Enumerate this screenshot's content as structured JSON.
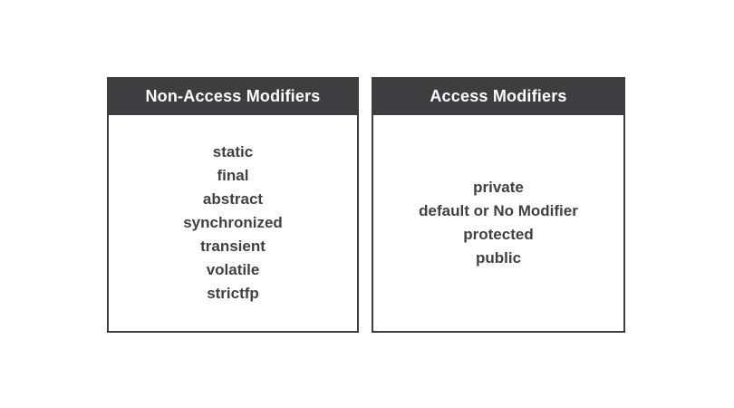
{
  "colors": {
    "header_bg": "#3e3d40",
    "border": "#3e3d40",
    "body_text": "#414042",
    "header_text": "#ffffff",
    "page_bg": "#ffffff"
  },
  "boxes": [
    {
      "title": "Non-Access Modifiers",
      "items": [
        "static",
        "final",
        "abstract",
        "synchronized",
        "transient",
        "volatile",
        "strictfp"
      ]
    },
    {
      "title": "Access Modifiers",
      "items": [
        "private",
        "default or No Modifier",
        "protected",
        "public"
      ]
    }
  ]
}
